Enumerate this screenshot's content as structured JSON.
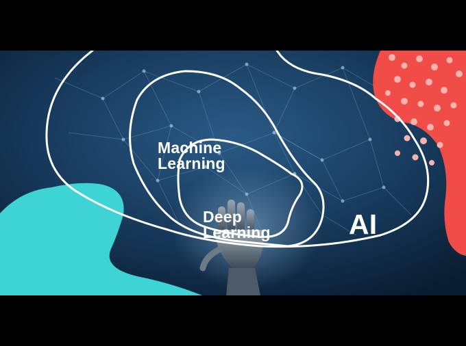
{
  "labels": {
    "machine_learning": [
      "Machine",
      "Learning"
    ],
    "deep_learning": [
      "Deep",
      "Learning"
    ],
    "ai": "AI"
  },
  "colors": {
    "background_dark": "#0b2035",
    "background_mid": "#1d4a72",
    "outline": "#ffffff",
    "teal_blob": "#3ed3d4",
    "red_blob": "#f04d49",
    "dots": "#f7b3ae",
    "letterbox": "#000000"
  },
  "icons": [
    "robot-hand-image",
    "neural-network-pattern"
  ]
}
